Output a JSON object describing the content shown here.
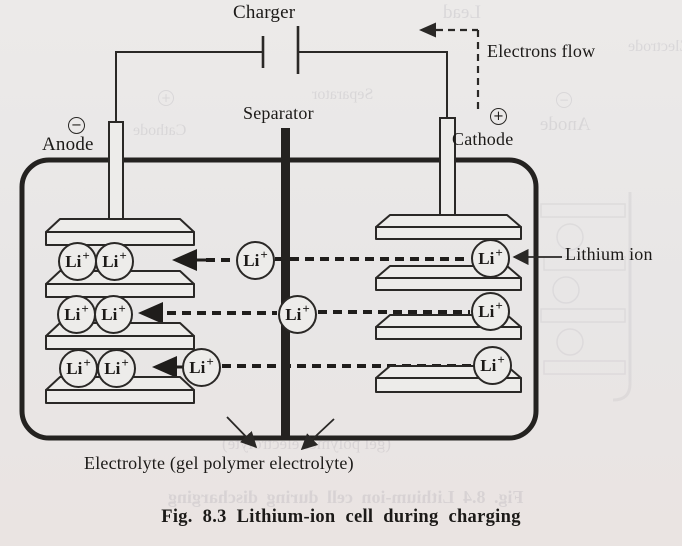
{
  "figure": {
    "caption": "Fig. 8.3 Lithium-ion cell during charging"
  },
  "labels": {
    "charger": "Charger",
    "electrons_flow": "Electrons flow",
    "separator": "Separator",
    "anode": "Anode",
    "cathode": "Cathode",
    "lithium_ion": "Lithium ion",
    "electrolyte": "Electrolyte (gel polymer electrolyte)"
  },
  "symbols": {
    "anode_polarity": "−",
    "cathode_polarity": "+"
  },
  "ions": {
    "symbol": "Li",
    "charge": "+"
  },
  "colors": {
    "ink": "#2a2826",
    "paper": "#e8e6e6"
  },
  "ghost_bleedthrough": {
    "lead": "Lead",
    "electrode": "Electrode",
    "separator": "Separator",
    "anode": "Anode",
    "cathode": "Cathode",
    "anode_polarity": "−",
    "cathode_polarity": "+",
    "electrolyte": "(gel polymer electrolyte)",
    "caption": "Fig. 8.4 Lithium-ion cell during discharging"
  }
}
